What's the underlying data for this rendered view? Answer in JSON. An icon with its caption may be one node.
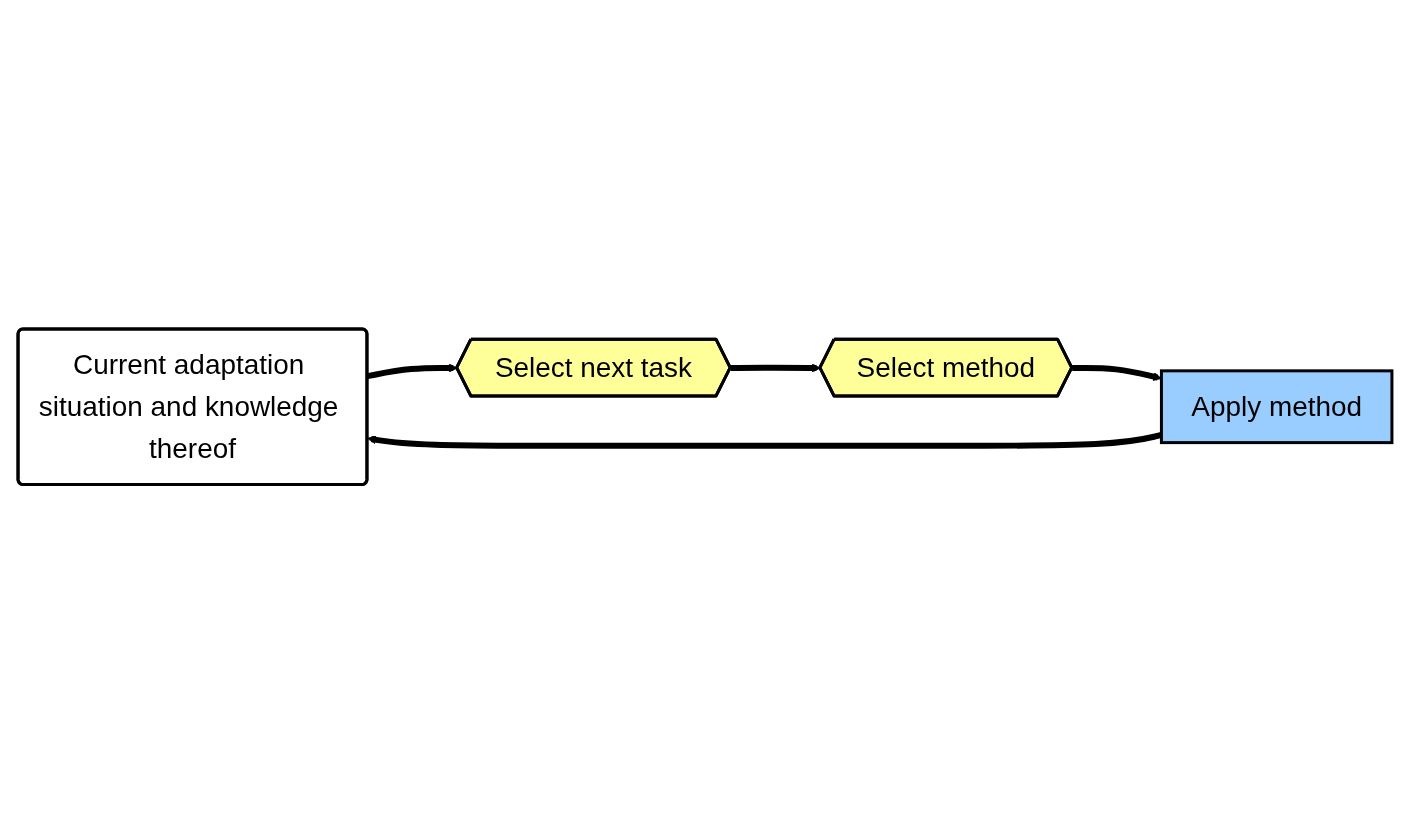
{
  "diagram": {
    "nodes": [
      {
        "text": [
          "Current adaptation situation and knowledge thereof"
        ]
      },
      {
        "text": [
          "Select next task"
        ]
      },
      {
        "text": [
          "Select method"
        ]
      },
      {
        "text": [
          "Apply method"
        ]
      }
    ],
    "edges": [
      {
        "from": 0,
        "to": 1,
        "arrow": "to"
      },
      {
        "from": 1,
        "to": 2,
        "arrow": "to"
      },
      {
        "from": 2,
        "to": 3,
        "arrow": "to"
      },
      {
        "from": 3,
        "to": 0,
        "arrow": "to"
      }
    ]
  }
}
